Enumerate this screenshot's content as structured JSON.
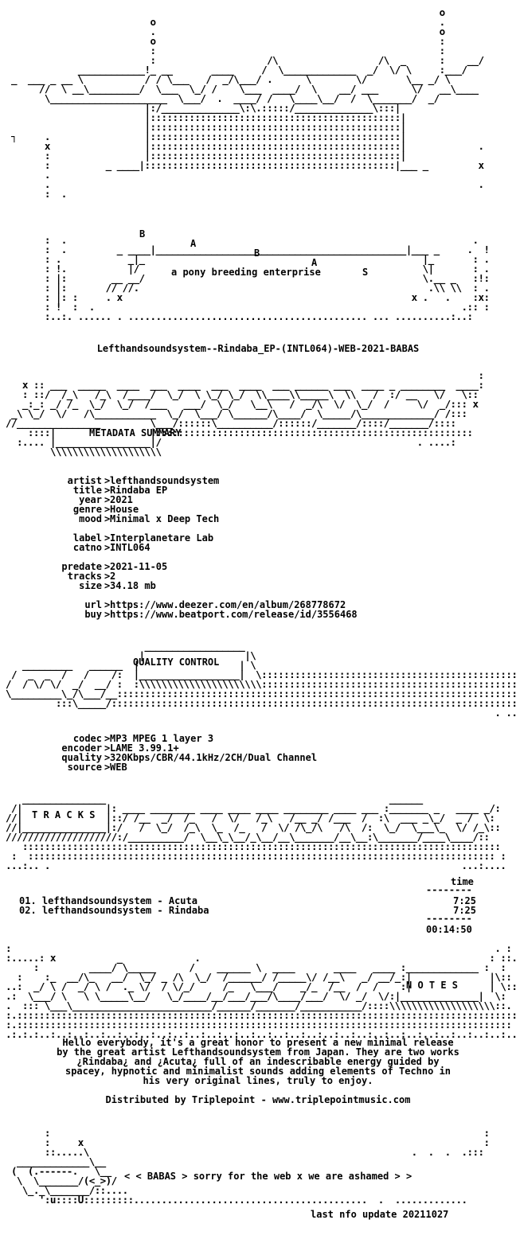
{
  "header": {
    "group_letters": [
      "B",
      "A",
      "B",
      "A",
      "S"
    ],
    "tagline": "a pony breeding enterprise",
    "release_name": "Lefthandsoundsystem--Rindaba_EP-(INTL064)-WEB-2021-BABAS"
  },
  "metadata": {
    "section_title": "METADATA SUMMARY",
    "rows": [
      {
        "key": "artist",
        "value": "lefthandsoundsystem"
      },
      {
        "key": "title",
        "value": "Rindaba EP"
      },
      {
        "key": "year",
        "value": "2021"
      },
      {
        "key": "genre",
        "value": "House"
      },
      {
        "key": "mood",
        "value": "Minimal x Deep Tech"
      },
      {
        "key": "label",
        "value": "Interplanetare Lab"
      },
      {
        "key": "catno",
        "value": "INTL064"
      },
      {
        "key": "predate",
        "value": "2021-11-05"
      },
      {
        "key": "tracks",
        "value": "2"
      },
      {
        "key": "size",
        "value": "34.18 mb"
      },
      {
        "key": "url",
        "value": "https://www.deezer.com/en/album/268778672"
      },
      {
        "key": "buy",
        "value": "https://www.beatport.com/release/id/3556468"
      }
    ]
  },
  "quality": {
    "section_title": "QUALITY CONTROL",
    "rows": [
      {
        "key": "codec",
        "value": "MP3 MPEG 1 layer 3"
      },
      {
        "key": "encoder",
        "value": "LAME 3.99.1+"
      },
      {
        "key": "quality",
        "value": "320Kbps/CBR/44.1kHz/2CH/Dual Channel"
      },
      {
        "key": "source",
        "value": "WEB"
      }
    ]
  },
  "tracks": {
    "section_title": "T R A C K S",
    "time_header": "time",
    "rule": "--------",
    "items": [
      {
        "title": "01. lefthandsoundsystem - Acuta",
        "time": "7:25"
      },
      {
        "title": "02. lefthandsoundsystem - Rindaba",
        "time": "7:25"
      }
    ],
    "total": "00:14:50"
  },
  "notes": {
    "section_title": "N O T E S",
    "lines": [
      "Hello everybody, it's a great honor to present a new minimal release",
      "by the great artist Lefthandsoundsystem from Japan. They are two works",
      "¿Rindaba¿ and ¿Acuta¿ full of an indescribable energy guided by",
      "spacey, hypnotic and minimalist sounds adding elements of Techno in",
      "his very original lines, truly to enjoy."
    ],
    "distributed": "Distributed by Triplepoint - www.triplepointmusic.com"
  },
  "footer": {
    "message": "< < BABAS > sorry for the web x we are ashamed > >",
    "last_update": "last nfo update 20211027"
  }
}
